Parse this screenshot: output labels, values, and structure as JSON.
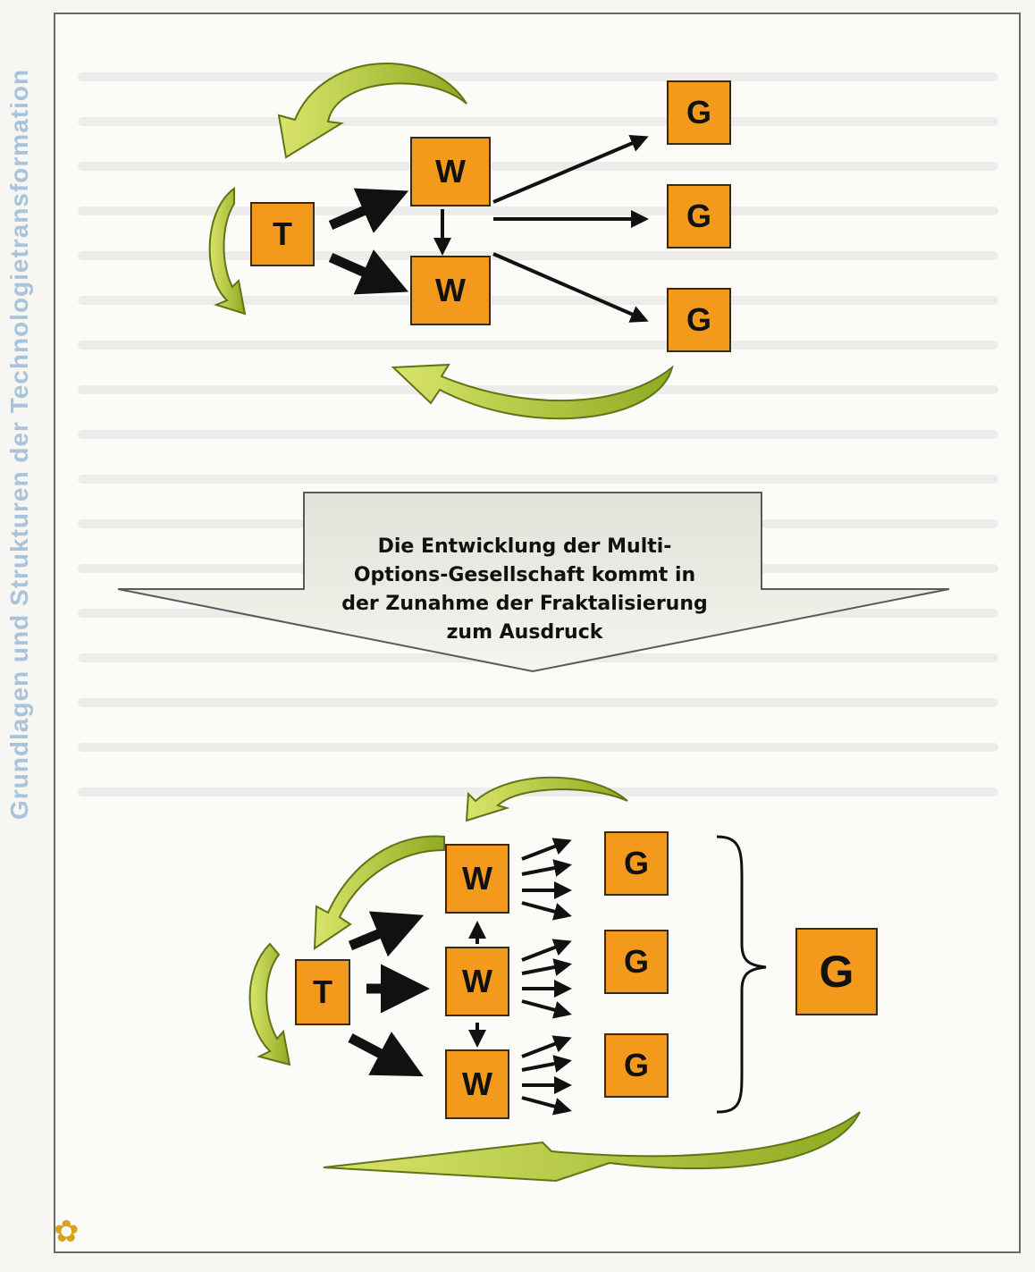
{
  "side_title": "Grundlagen und Strukturen der Technologietransformation",
  "callout": {
    "lines": [
      "Die Entwicklung der Multi-",
      "Options-Gesellschaft kommt in",
      "der Zunahme der Fraktalisierung",
      "zum Ausdruck"
    ]
  },
  "top_diagram": {
    "t_box": "T",
    "w_boxes": [
      "W",
      "W"
    ],
    "g_boxes": [
      "G",
      "G",
      "G"
    ]
  },
  "bottom_diagram": {
    "t_box": "T",
    "w_boxes": [
      "W",
      "W",
      "W"
    ],
    "g_boxes": [
      "G",
      "G",
      "G"
    ],
    "summary_box": "G"
  },
  "colors": {
    "box_fill": "#f39a1c",
    "curved_arrow": "#b7cc3c",
    "callout_arrow": "#e9ecdf",
    "side_title": "#a9c3da"
  }
}
